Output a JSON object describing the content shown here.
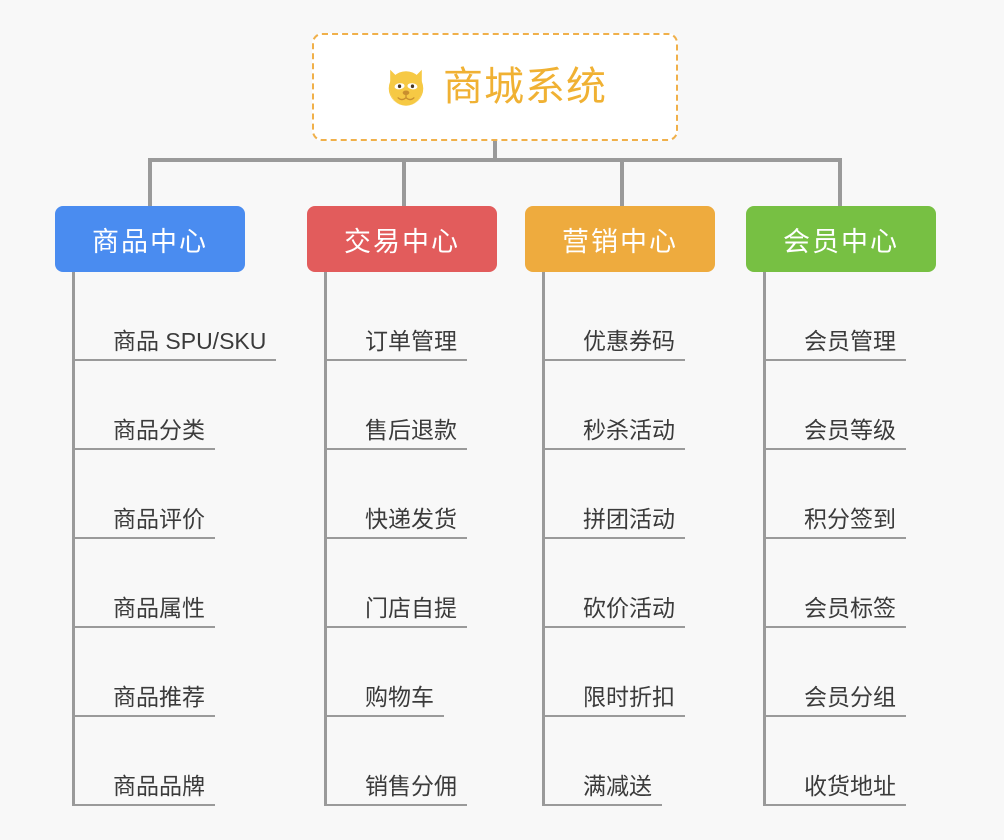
{
  "root": {
    "title": "商城系统",
    "icon": "dog-face-icon",
    "border_color": "#f0b04a",
    "text_color": "#f0b133",
    "background": "#ffffff"
  },
  "canvas": {
    "background": "#f8f8f8",
    "connector_color": "#9a9a9a",
    "leaf_text_color": "#3b3b3b"
  },
  "columns": [
    {
      "label": "商品中心",
      "color": "#4a8cf0",
      "items": [
        "商品 SPU/SKU",
        "商品分类",
        "商品评价",
        "商品属性",
        "商品推荐",
        "商品品牌"
      ]
    },
    {
      "label": "交易中心",
      "color": "#e25c5c",
      "items": [
        "订单管理",
        "售后退款",
        "快递发货",
        "门店自提",
        "购物车",
        "销售分佣"
      ]
    },
    {
      "label": "营销中心",
      "color": "#eeab3e",
      "items": [
        "优惠券码",
        "秒杀活动",
        "拼团活动",
        "砍价活动",
        "限时折扣",
        "满减送"
      ]
    },
    {
      "label": "会员中心",
      "color": "#77c043",
      "items": [
        "会员管理",
        "会员等级",
        "积分签到",
        "会员标签",
        "会员分组",
        "收货地址"
      ]
    }
  ]
}
